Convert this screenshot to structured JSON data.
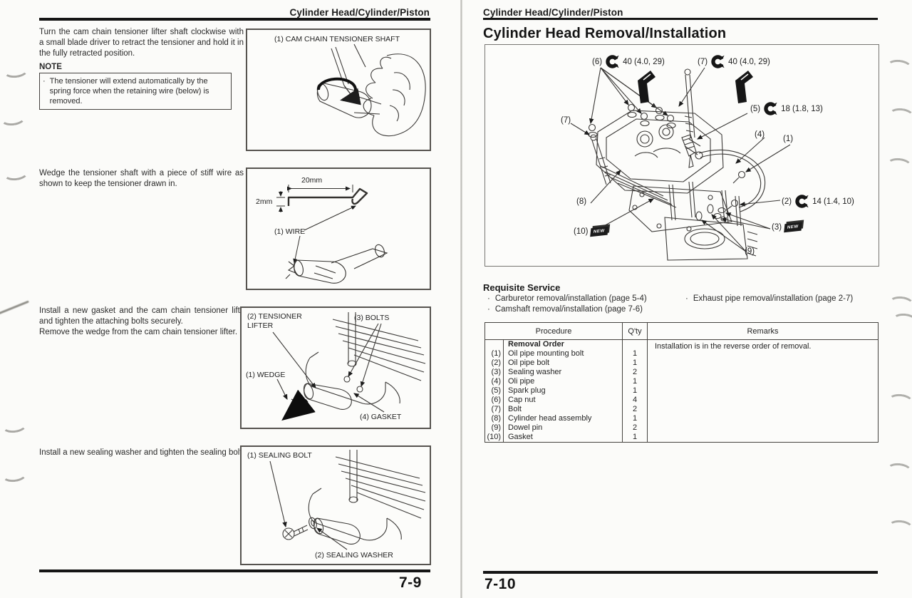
{
  "left_page": {
    "header": "Cylinder Head/Cylinder/Piston",
    "page_number": "7-9",
    "para1": "Turn the cam chain tensioner lifter shaft clockwise with a small blade driver to retract the tensioner and hold it in the fully retracted position.",
    "note_title": "NOTE",
    "note_bullet": "·",
    "note_text": "The tensioner will extend automatically by the spring force when the retaining wire (below) is removed.",
    "para2": "Wedge the tensioner shaft with a piece of stiff wire as shown to keep the tensioner drawn in.",
    "para3_line1": "Install a new gasket and the cam chain tensioner lifter and tighten the attaching bolts securely.",
    "para3_line2": "Remove the wedge from the cam chain tensioner lifter.",
    "para4": "Install a new sealing washer and tighten the sealing bolt.",
    "fig1": {
      "label1": "(1) CAM CHAIN TENSIONER SHAFT"
    },
    "fig2": {
      "dim_width": "20mm",
      "dim_height": "2mm",
      "label1": "(1) WIRE"
    },
    "fig3": {
      "label2": "(2) TENSIONER\nLIFTER",
      "label3": "(3) BOLTS",
      "label1": "(1) WEDGE",
      "label4": "(4) GASKET"
    },
    "fig4": {
      "label1": "(1) SEALING BOLT",
      "label2": "(2) SEALING WASHER"
    }
  },
  "right_page": {
    "header": "Cylinder Head/Cylinder/Piston",
    "title": "Cylinder Head Removal/Installation",
    "page_number": "7-10",
    "diagram_callouts": {
      "c6": {
        "ref": "(6)",
        "torque": "40 (4.0, 29)"
      },
      "c7_top": {
        "ref": "(7)",
        "torque": "40 (4.0, 29)"
      },
      "c5": {
        "ref": "(5)",
        "torque": "18 (1.8, 13)"
      },
      "c4": {
        "ref": "(4)"
      },
      "c1": {
        "ref": "(1)"
      },
      "c2": {
        "ref": "(2)",
        "torque": "14 (1.4, 10)"
      },
      "c3": {
        "ref": "(3)",
        "new_part": "NEW"
      },
      "c7_left": {
        "ref": "(7)"
      },
      "c8": {
        "ref": "(8)"
      },
      "c10": {
        "ref": "(10)",
        "new_part": "NEW"
      },
      "c9": {
        "ref": "(9)"
      }
    },
    "requisite_service": {
      "title": "Requisite Service",
      "bullet": "·",
      "items_left": [
        "Carburetor removal/installation (page 5-4)",
        "Camshaft removal/installation (page 7-6)"
      ],
      "items_right": [
        "Exhaust pipe removal/installation (page 2-7)"
      ]
    },
    "table": {
      "headers": {
        "procedure": "Procedure",
        "qty": "Q'ty",
        "remarks": "Remarks"
      },
      "group_title": "Removal Order",
      "rows": [
        {
          "num": "(1)",
          "name": "Oil pipe mounting bolt",
          "qty": "1"
        },
        {
          "num": "(2)",
          "name": "Oil pipe bolt",
          "qty": "1"
        },
        {
          "num": "(3)",
          "name": "Sealing washer",
          "qty": "2"
        },
        {
          "num": "(4)",
          "name": "Oli pipe",
          "qty": "1"
        },
        {
          "num": "(5)",
          "name": "Spark plug",
          "qty": "1"
        },
        {
          "num": "(6)",
          "name": "Cap nut",
          "qty": "4"
        },
        {
          "num": "(7)",
          "name": "Bolt",
          "qty": "2"
        },
        {
          "num": "(8)",
          "name": "Cylinder head assembly",
          "qty": "1"
        },
        {
          "num": "(9)",
          "name": "Dowel pin",
          "qty": "2"
        },
        {
          "num": "(10)",
          "name": "Gasket",
          "qty": "1"
        }
      ],
      "remarks": "Installation is in the reverse order of removal."
    }
  }
}
